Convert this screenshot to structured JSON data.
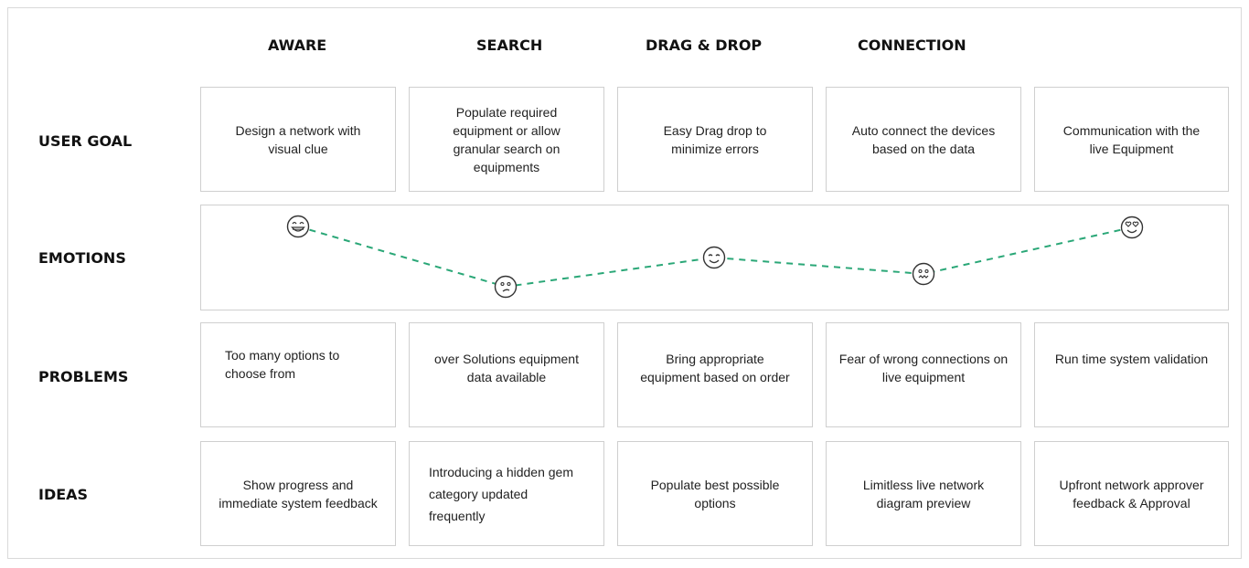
{
  "columns": [
    "AWARE",
    "SEARCH",
    "DRAG & DROP",
    "CONNECTION"
  ],
  "rows": {
    "user_goal": "USER GOAL",
    "emotions": "EMOTIONS",
    "problems": "PROBLEMS",
    "ideas": "IDEAS"
  },
  "user_goals": [
    "Design a network with visual clue",
    "Populate required equipment or allow granular search on equipments",
    "Easy Drag drop to minimize errors",
    "Auto connect the devices based on the data",
    "Communication with the live Equipment"
  ],
  "emotions": [
    {
      "face": "grinning-face-icon"
    },
    {
      "face": "confused-face-icon"
    },
    {
      "face": "smiling-face-icon"
    },
    {
      "face": "worried-face-icon"
    },
    {
      "face": "heart-eyes-face-icon"
    }
  ],
  "problems": [
    "Too many options to choose from",
    "over Solutions equipment data available",
    "Bring appropriate equipment based on order",
    "Fear of wrong connections on live equipment",
    "Run time system validation"
  ],
  "ideas": [
    "Show progress and immediate system feedback",
    "Introducing a hidden gem category updated frequently",
    "Populate best possible options",
    "Limitless live network diagram preview",
    "Upfront network approver feedback & Approval"
  ],
  "colors": {
    "line": "#2aa777",
    "border": "#cfcfcf",
    "face": "#333333"
  }
}
